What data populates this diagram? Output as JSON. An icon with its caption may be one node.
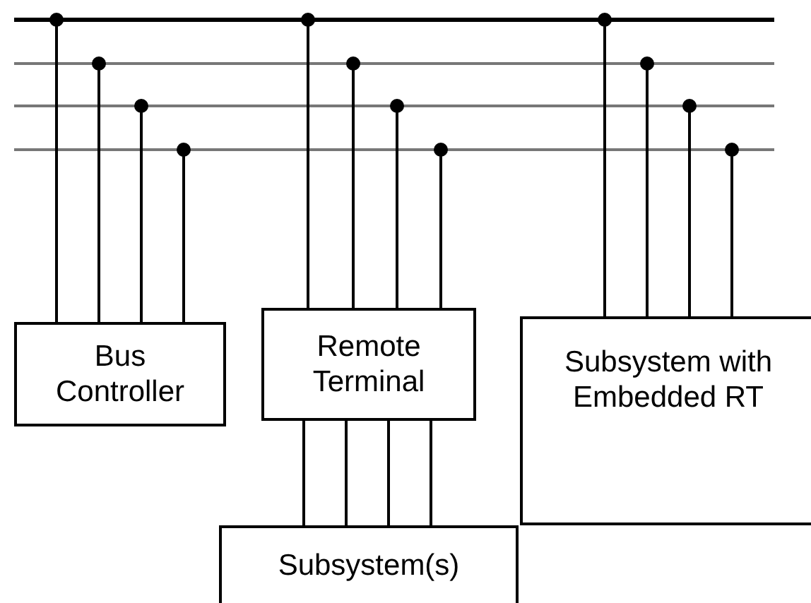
{
  "diagram": {
    "nodes": [
      {
        "text": [],
        "shape": "bar"
      },
      {
        "text": [],
        "shape": "bar"
      },
      {
        "text": [],
        "shape": "bar"
      },
      {
        "text": [],
        "shape": "bar"
      },
      {
        "text": [
          "Bus Controller"
        ]
      },
      {
        "text": [
          "Remote Terminal"
        ]
      },
      {
        "text": [
          "Subsystem with Embedded RT"
        ]
      },
      {
        "text": [
          "Subsystem(s)"
        ]
      }
    ],
    "edges": [
      {
        "from": 4,
        "to": 0,
        "arrow": "other"
      },
      {
        "from": 4,
        "to": 1,
        "arrow": "other"
      },
      {
        "from": 4,
        "to": 2,
        "arrow": "other"
      },
      {
        "from": 4,
        "to": 3,
        "arrow": "other"
      },
      {
        "from": 5,
        "to": 0,
        "arrow": "other"
      },
      {
        "from": 5,
        "to": 1,
        "arrow": "other"
      },
      {
        "from": 5,
        "to": 2,
        "arrow": "other"
      },
      {
        "from": 5,
        "to": 3,
        "arrow": "other"
      },
      {
        "from": 6,
        "to": 0,
        "arrow": "other"
      },
      {
        "from": 6,
        "to": 1,
        "arrow": "other"
      },
      {
        "from": 6,
        "to": 2,
        "arrow": "other"
      },
      {
        "from": 6,
        "to": 3,
        "arrow": "other"
      },
      {
        "from": 5,
        "to": 7,
        "arrow": "none"
      },
      {
        "from": 5,
        "to": 7,
        "arrow": "none"
      },
      {
        "from": 5,
        "to": 7,
        "arrow": "none"
      },
      {
        "from": 5,
        "to": 7,
        "arrow": "none"
      }
    ]
  }
}
